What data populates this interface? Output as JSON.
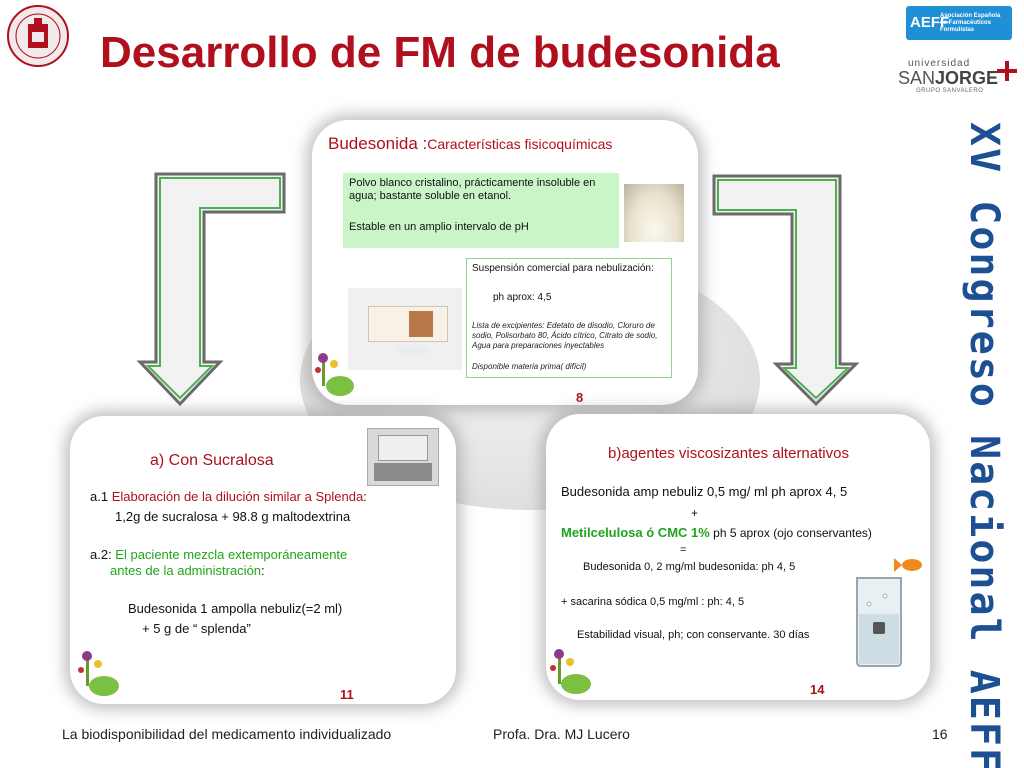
{
  "header": {
    "title": "Desarrollo de FM de budesonida",
    "aeff_letters": "AEFF",
    "aeff_text": "Asociación Española de Farmacéuticos Formulistas",
    "sanjorge_line1": "universidad",
    "sanjorge_line2_a": "SAN",
    "sanjorge_line2_b": "JORGE",
    "sanjorge_line3": "GRUPO SANVALERO"
  },
  "side_text": "XV Congreso Nacional AEFF",
  "card_top": {
    "title": "Budesonida :",
    "title_sub": "Características fisicoquímicas",
    "green_line1": "Polvo blanco cristalino, prácticamente insoluble en agua; bastante soluble en etanol.",
    "green_line2": "Estable en un amplio intervalo de pH",
    "box_title": "Suspensión comercial para nebulización:",
    "box_ph": "ph aprox: 4,5",
    "box_list": "Lista de excipientes: Edetato de disodio, Cloruro de sodio, Polisorbato 80, Ácido cítrico, Citrato de sodio, Agua para preparaciones inyectables",
    "box_disp": "Disponible materia prima( difícil)",
    "page": "8"
  },
  "card_bl": {
    "title": "a) Con Sucralosa",
    "a1_num": "a.1 ",
    "a1_red": "Elaboración de la dilución similar a Splenda",
    "a1_end": ":",
    "a1_line2": "1,2g de sucralosa + 98.8 g maltodextrina",
    "a2_num": "a.2: ",
    "a2_green": "El paciente mezcla extemporáneamente",
    "a2_line2_green": "antes de la administración",
    "a2_line2_end": ":",
    "dose1": "Budesonida 1  ampolla nebuliz(=2 ml)",
    "dose2": "+  5 g de “ splenda”",
    "page": "11"
  },
  "card_br": {
    "title": "b)agentes viscosizantes alternativos",
    "line1": "Budesonida amp nebuliz 0,5 mg/ ml ph aprox 4, 5",
    "plus": "+",
    "line2_bold": "Metilcelulosa ó CMC 1%",
    "line2_rest": " ph 5 aprox (ojo conservantes)",
    "eq": "=",
    "line3": "Budesonida  0, 2 mg/ml budesonida: ph 4, 5",
    "line4": "+ sacarina sódica 0,5 mg/ml            : ph: 4, 5",
    "line5": "Estabilidad visual, ph; con conservante. 30 días",
    "page": "14"
  },
  "footer": {
    "left": "La biodisponibilidad del medicamento individualizado",
    "mid": "Profa. Dra. MJ Lucero",
    "right": "16"
  },
  "colors": {
    "title_red": "#b0101e",
    "accent_green": "#1ea51e",
    "congress_blue": "#1d4f93"
  }
}
